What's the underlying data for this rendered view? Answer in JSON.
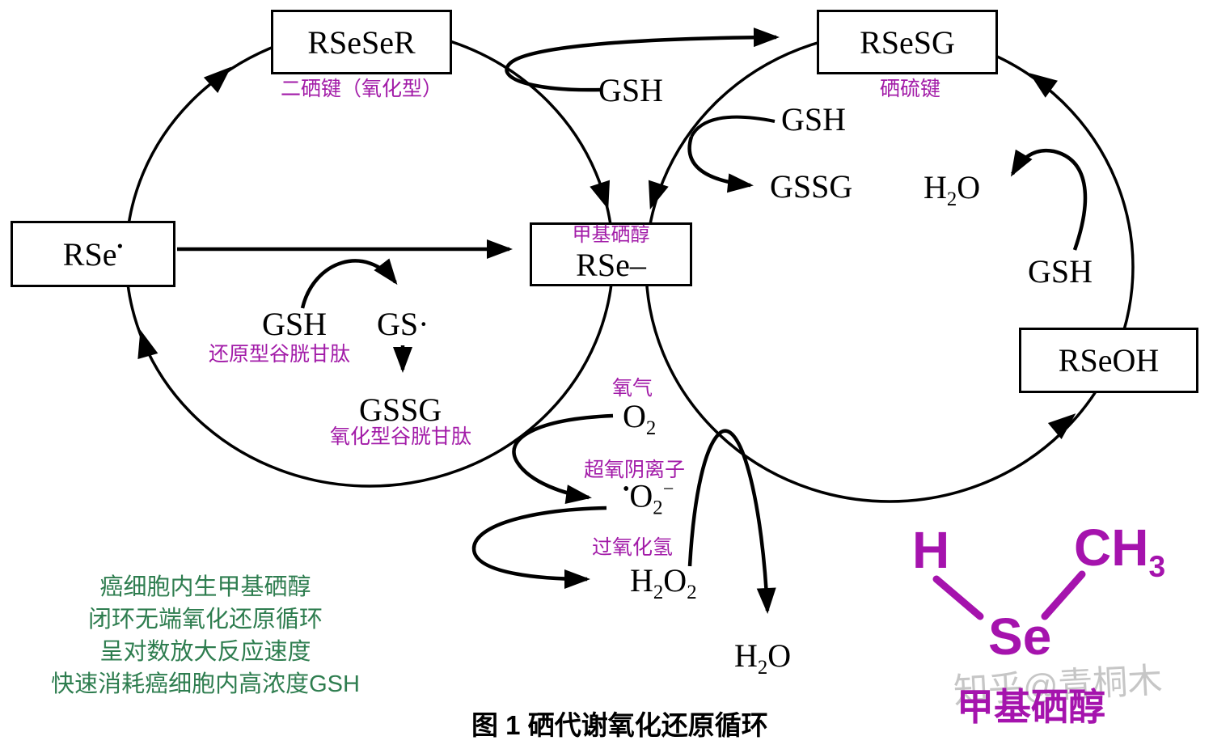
{
  "colors": {
    "annotation_purple": "#a21ba8",
    "notes_green": "#2e7d4f",
    "structure_magenta": "#a513ad",
    "watermark_gray": "#c6c6c6",
    "line_black": "#000000"
  },
  "boxes": {
    "rseser": {
      "formula": "RSeSeR",
      "caption": "二硒键（氧化型）"
    },
    "rsesg": {
      "formula": "RSeSG",
      "caption": "硒硫键"
    },
    "rse_radical": {
      "base": "RSe",
      "radical": "•"
    },
    "rse_methyl": {
      "caption": "甲基硒醇",
      "formula": "RSe–"
    },
    "rseoh": {
      "formula": "RSeOH"
    }
  },
  "species": {
    "gsh_top": "GSH",
    "gsh_right": "GSH",
    "gssg_right": "GSSG",
    "h2o_right": {
      "pre": "H",
      "sub": "2",
      "post": "O"
    },
    "gsh_far_right": "GSH",
    "gsh_left": "GSH",
    "gsh_left_caption": "还原型谷胱甘肽",
    "gs_radical": "GS·",
    "gssg_left": "GSSG",
    "gssg_left_caption": "氧化型谷胱甘肽",
    "o2": {
      "caption": "氧气",
      "base": "O",
      "sub": "2"
    },
    "superoxide": {
      "caption": "超氧阴离子",
      "dot": "•",
      "base": "O",
      "sub": "2",
      "charge": "−"
    },
    "h2o2": {
      "caption": "过氧化氢",
      "p1": "H",
      "s1": "2",
      "p2": "O",
      "s2": "2"
    },
    "h2o_bottom": {
      "pre": "H",
      "sub": "2",
      "post": "O"
    }
  },
  "notes": {
    "lines": [
      "癌细胞内生甲基硒醇",
      "闭环无端氧化还原循环",
      "呈对数放大反应速度",
      "快速消耗癌细胞内高浓度GSH"
    ]
  },
  "figure_caption": "图 1  硒代谢氧化还原循环",
  "structure": {
    "h": "H",
    "ch": "CH",
    "ch_sub": "3",
    "se": "Se",
    "label": "甲基硒醇"
  },
  "watermark": "知乎@青桐木"
}
